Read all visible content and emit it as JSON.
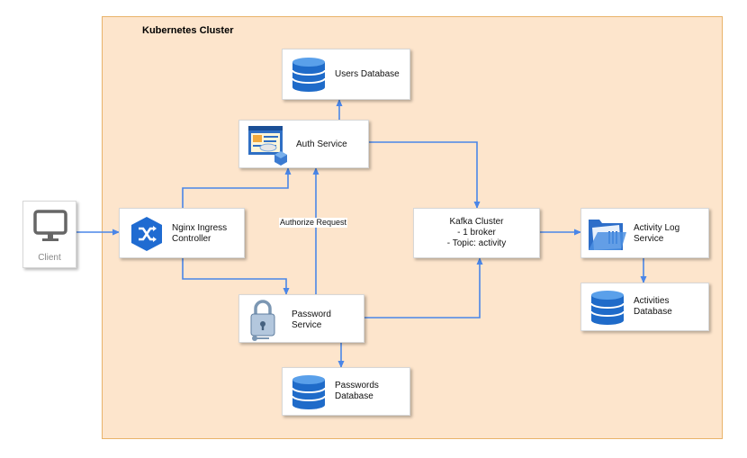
{
  "cluster": {
    "title": "Kubernetes Cluster"
  },
  "nodes": {
    "client": {
      "label": "Client"
    },
    "nginx": {
      "label": "Nginx Ingress\nController"
    },
    "users_db": {
      "label": "Users Database"
    },
    "auth": {
      "label": "Auth Service"
    },
    "password": {
      "label": "Password\nService"
    },
    "passwords_db": {
      "label": "Passwords\nDatabase"
    },
    "kafka": {
      "label": "Kafka Cluster\n- 1 broker\n- Topic: activity"
    },
    "activity_log": {
      "label": "Activity Log\nService"
    },
    "activities_db": {
      "label": "Activities\nDatabase"
    }
  },
  "edges": {
    "authorize_label": "Authorize Request"
  },
  "colors": {
    "edge": "#4a86e8",
    "cluster_fill": "#fde5cc",
    "cluster_border": "#e9b36a",
    "db": "#1f6bc9"
  }
}
